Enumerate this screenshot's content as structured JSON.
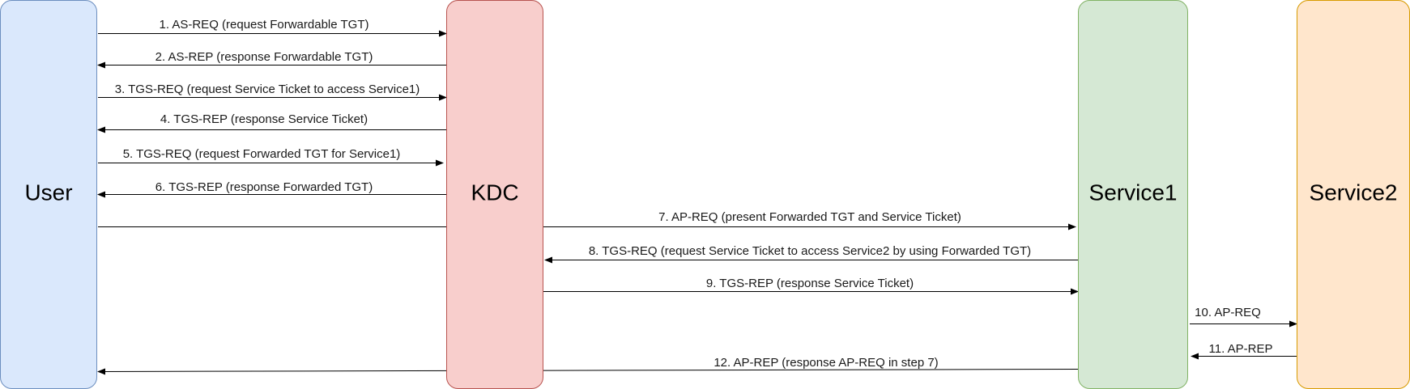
{
  "actors": [
    {
      "id": "user",
      "label": "User",
      "fill": "#dae8fc",
      "stroke": "#6c8ebf"
    },
    {
      "id": "kdc",
      "label": "KDC",
      "fill": "#f8cecc",
      "stroke": "#b85450"
    },
    {
      "id": "service1",
      "label": "Service1",
      "fill": "#d5e8d4",
      "stroke": "#82b366"
    },
    {
      "id": "service2",
      "label": "Service2",
      "fill": "#ffe6cc",
      "stroke": "#d79b00"
    }
  ],
  "messages": [
    {
      "label": "1. AS-REQ (request Forwardable TGT)",
      "from": "user",
      "to": "kdc"
    },
    {
      "label": "2. AS-REP (response Forwardable TGT)",
      "from": "kdc",
      "to": "user"
    },
    {
      "label": "3. TGS-REQ (request Service Ticket to access Service1)",
      "from": "user",
      "to": "kdc"
    },
    {
      "label": "4. TGS-REP (response Service Ticket)",
      "from": "kdc",
      "to": "user"
    },
    {
      "label": "5. TGS-REQ (request Forwarded TGT for Service1)",
      "from": "user",
      "to": "kdc"
    },
    {
      "label": "6. TGS-REP (response Forwarded TGT)",
      "from": "kdc",
      "to": "user"
    },
    {
      "label": "7. AP-REQ (present Forwarded TGT and Service Ticket)",
      "from": "user",
      "to": "service1"
    },
    {
      "label": "8. TGS-REQ (request Service Ticket to access Service2 by using Forwarded TGT)",
      "from": "service1",
      "to": "kdc"
    },
    {
      "label": "9. TGS-REP (response Service Ticket)",
      "from": "kdc",
      "to": "service1"
    },
    {
      "label": "10. AP-REQ",
      "from": "service1",
      "to": "service2"
    },
    {
      "label": "11. AP-REP",
      "from": "service2",
      "to": "service1"
    },
    {
      "label": "12. AP-REP (response AP-REQ in step 7)",
      "from": "service1",
      "to": "user"
    }
  ]
}
